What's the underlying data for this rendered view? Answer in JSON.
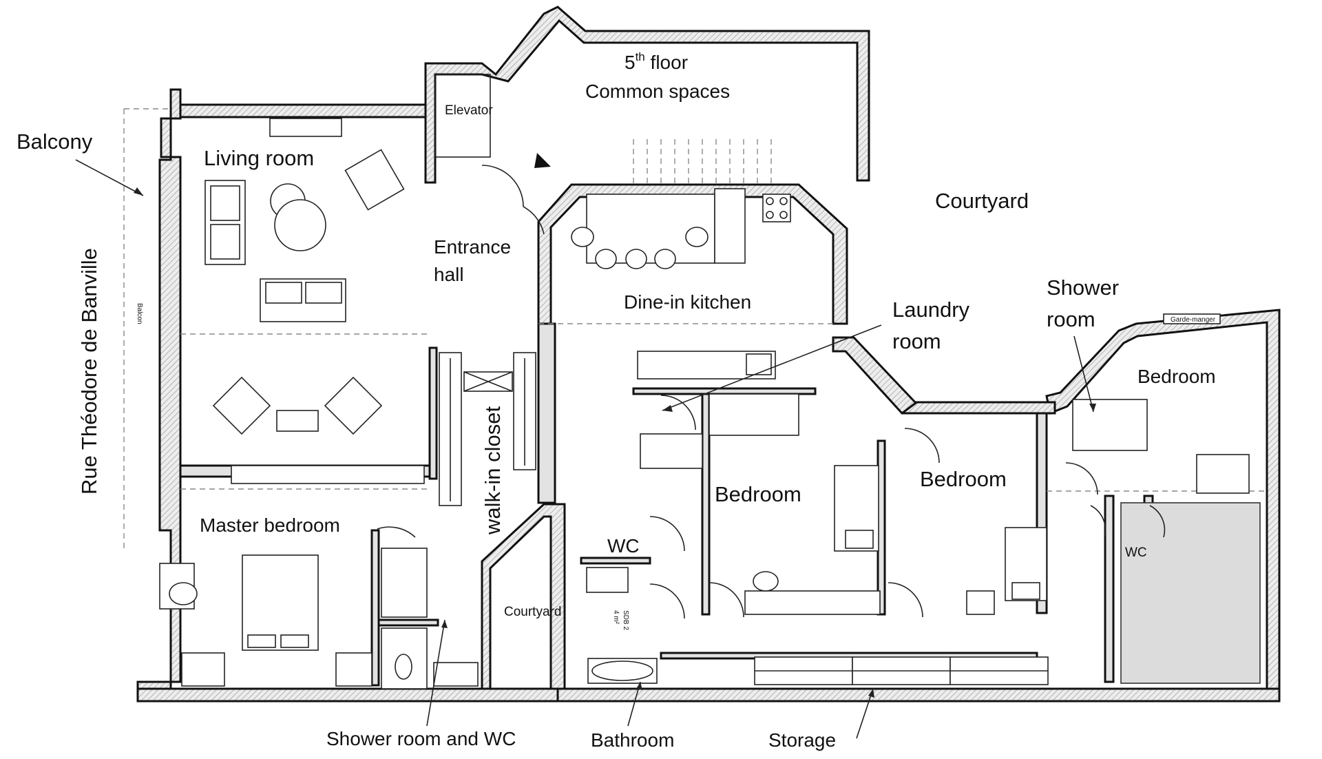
{
  "labels": {
    "balcony": "Balcony",
    "street": "Rue Théodore de Banville",
    "balcon_small": "Balcon",
    "fifth_floor_1": "5",
    "fifth_floor_sup": "th",
    "fifth_floor_2": " floor",
    "common_spaces": "Common spaces",
    "elevator": "Elevator",
    "living_room": "Living room",
    "entrance_hall_1": "Entrance",
    "entrance_hall_2": "hall",
    "dine_in_kitchen": "Dine-in kitchen",
    "courtyard_top": "Courtyard",
    "laundry_room_1": "Laundry",
    "laundry_room_2": "room",
    "shower_room_top_1": "Shower",
    "shower_room_top_2": "room",
    "bedroom_right": "Bedroom",
    "bedroom_mid": "Bedroom",
    "bedroom_center": "Bedroom",
    "walk_in_closet": "walk-in closet",
    "master_bedroom": "Master bedroom",
    "wc_center": "WC",
    "wc_right": "WC",
    "courtyard_small": "Courtyard",
    "sdb_1": "SDB 2",
    "sdb_2": "4 m²",
    "garde_manger": "Garde-manger",
    "shower_room_wc": "Shower room and WC",
    "bathroom": "Bathroom",
    "storage": "Storage"
  },
  "colors": {
    "wall": "#e3e3e3",
    "line": "#111111",
    "grey_room": "#dcdcdc"
  }
}
